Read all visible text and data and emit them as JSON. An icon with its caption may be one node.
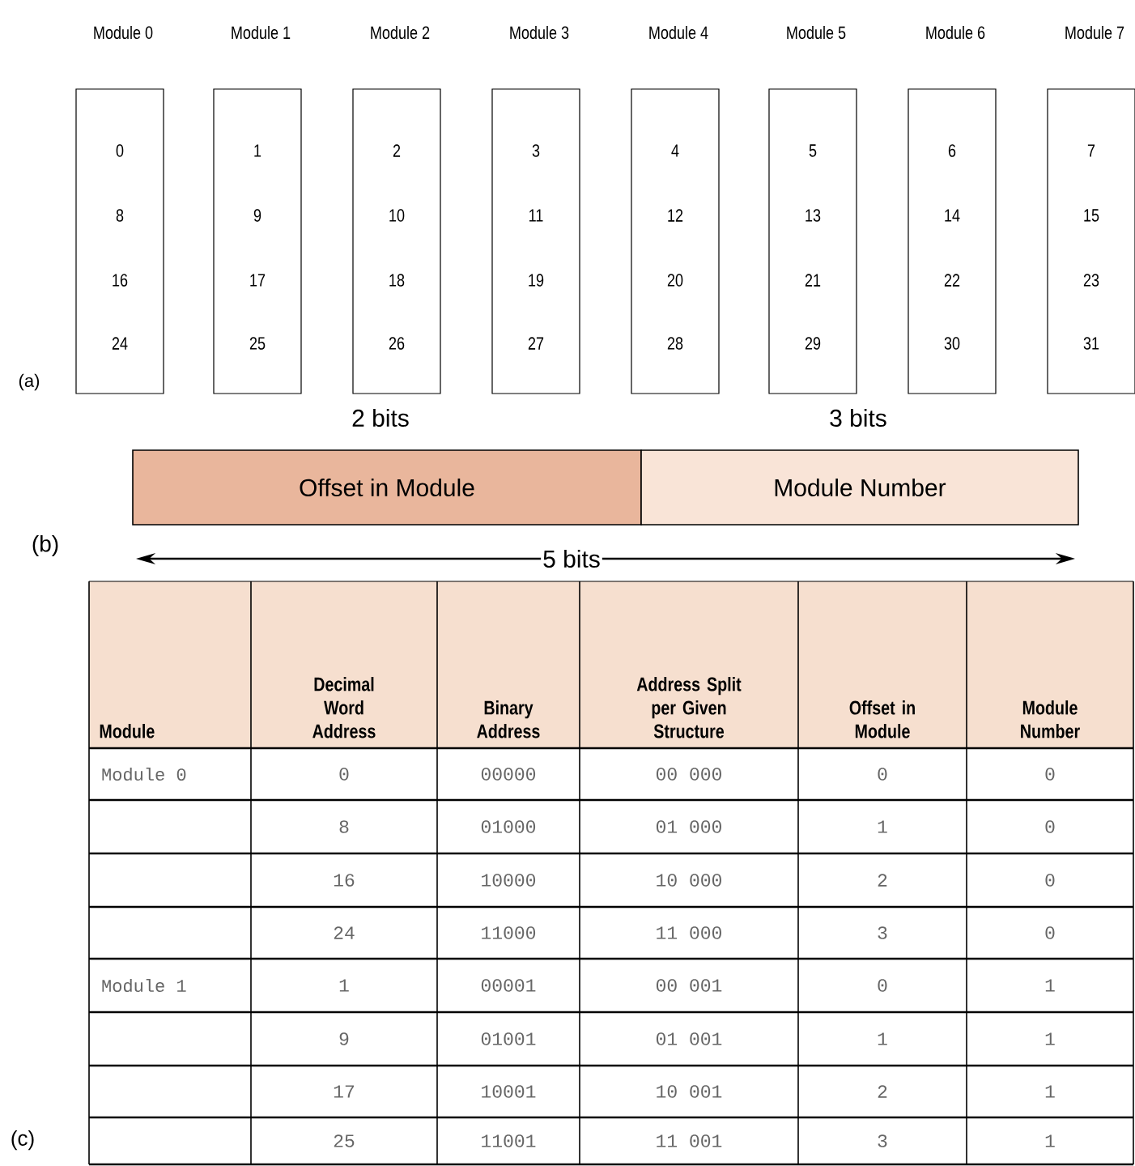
{
  "diagram": {
    "nodes": [
      {
        "text": [
          "Module 0",
          "0",
          "8",
          "16",
          "24"
        ]
      },
      {
        "text": [
          "Module 1",
          "1",
          "9",
          "17",
          "25"
        ]
      },
      {
        "text": [
          "Module 2",
          "2",
          "10",
          "18",
          "26"
        ]
      },
      {
        "text": [
          "Module 3",
          "3",
          "11",
          "19",
          "27"
        ]
      },
      {
        "text": [
          "Module 4",
          "4",
          "12",
          "20",
          "28"
        ]
      },
      {
        "text": [
          "Module 5",
          "5",
          "13",
          "21",
          "29"
        ]
      },
      {
        "text": [
          "Module 6",
          "6",
          "14",
          "22",
          "30"
        ]
      },
      {
        "text": [
          "Module 7",
          "7",
          "15",
          "23",
          "31"
        ]
      },
      {
        "text": [
          "Offset in Module"
        ],
        "beside": [
          "2 bits"
        ]
      },
      {
        "text": [
          "Module Number"
        ],
        "beside": [
          "3 bits"
        ]
      }
    ],
    "labels": [
      "(a)",
      "(b)",
      "5 bits",
      "Module",
      "Decimal Word Address",
      "Binary Address",
      "Address Split per Given Structure",
      "Offset in Module",
      "Module Number",
      "Module 0",
      "0",
      "00000",
      "00 000",
      "0",
      "0",
      "8",
      "01000",
      "01 000",
      "1",
      "0",
      "16",
      "10000",
      "10 000",
      "2",
      "0",
      "24",
      "11000",
      "11 000",
      "3",
      "0",
      "Module 1",
      "1",
      "00001",
      "00 001",
      "0",
      "1",
      "9",
      "01001",
      "01 001",
      "1",
      "1",
      "17",
      "10001",
      "10 001",
      "2",
      "1",
      "25",
      "11001",
      "11 001",
      "3",
      "1",
      "(c)"
    ]
  }
}
